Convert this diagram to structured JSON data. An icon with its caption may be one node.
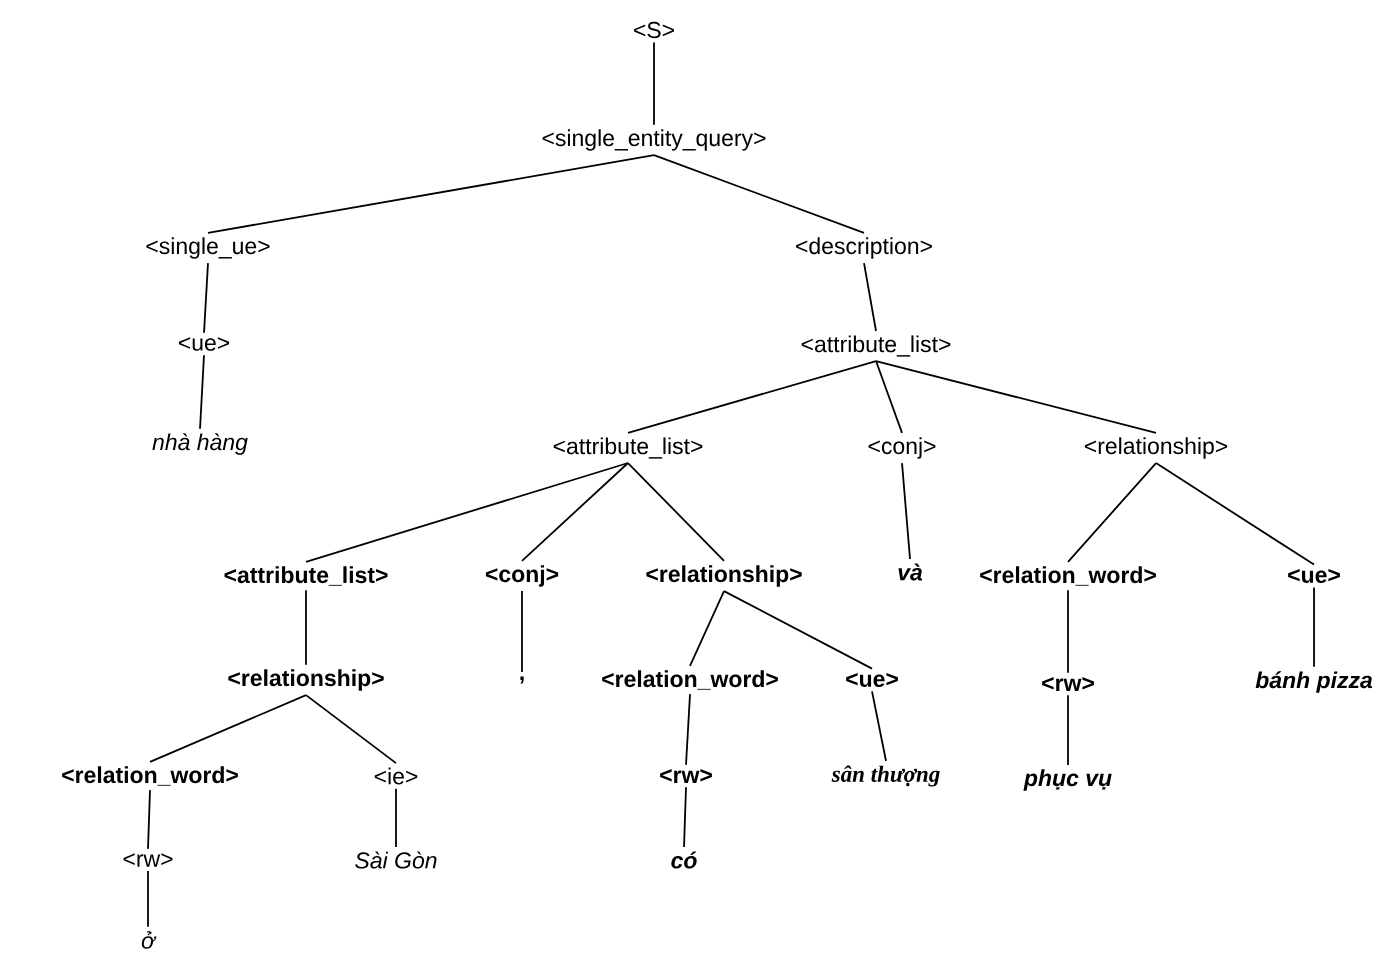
{
  "diagram": {
    "nodes": [
      {
        "text": [
          "<S>"
        ]
      },
      {
        "text": [
          "<single_entity_query>"
        ]
      },
      {
        "text": [
          "<single_ue>"
        ]
      },
      {
        "text": [
          "<description>"
        ]
      },
      {
        "text": [
          "<ue>"
        ]
      },
      {
        "text": [
          "<attribute_list>"
        ]
      },
      {
        "text": [
          "nhà hàng"
        ]
      },
      {
        "text": [
          "<attribute_list>"
        ]
      },
      {
        "text": [
          "<conj>"
        ]
      },
      {
        "text": [
          "<relationship>"
        ]
      },
      {
        "text": [
          "<attribute_list>"
        ]
      },
      {
        "text": [
          "<conj>"
        ]
      },
      {
        "text": [
          "<relationship>"
        ]
      },
      {
        "text": [
          "và"
        ]
      },
      {
        "text": [
          "<relation_word>"
        ]
      },
      {
        "text": [
          "<ue>"
        ]
      },
      {
        "text": [
          "<relationship>"
        ]
      },
      {
        "text": [
          ","
        ]
      },
      {
        "text": [
          "<relation_word>"
        ]
      },
      {
        "text": [
          "<ue>"
        ]
      },
      {
        "text": [
          "<rw>"
        ]
      },
      {
        "text": [
          "bánh pizza"
        ]
      },
      {
        "text": [
          "<relation_word>"
        ]
      },
      {
        "text": [
          "<ie>"
        ]
      },
      {
        "text": [
          "<rw>"
        ]
      },
      {
        "text": [
          "sân thượng"
        ]
      },
      {
        "text": [
          "phục vụ"
        ]
      },
      {
        "text": [
          "<rw>"
        ]
      },
      {
        "text": [
          "Sài Gòn"
        ]
      },
      {
        "text": [
          "có"
        ]
      },
      {
        "text": [
          "ở"
        ]
      }
    ],
    "edges": [
      {
        "from": 0,
        "to": 1,
        "arrow": "none"
      },
      {
        "from": 1,
        "to": 2,
        "arrow": "none"
      },
      {
        "from": 1,
        "to": 3,
        "arrow": "none"
      },
      {
        "from": 2,
        "to": 4,
        "arrow": "none"
      },
      {
        "from": 3,
        "to": 5,
        "arrow": "none"
      },
      {
        "from": 4,
        "to": 6,
        "arrow": "none"
      },
      {
        "from": 5,
        "to": 7,
        "arrow": "none"
      },
      {
        "from": 5,
        "to": 8,
        "arrow": "none"
      },
      {
        "from": 5,
        "to": 9,
        "arrow": "none"
      },
      {
        "from": 7,
        "to": 10,
        "arrow": "none"
      },
      {
        "from": 7,
        "to": 11,
        "arrow": "none"
      },
      {
        "from": 7,
        "to": 12,
        "arrow": "none"
      },
      {
        "from": 8,
        "to": 13,
        "arrow": "none"
      },
      {
        "from": 9,
        "to": 14,
        "arrow": "none"
      },
      {
        "from": 9,
        "to": 15,
        "arrow": "none"
      },
      {
        "from": 10,
        "to": 16,
        "arrow": "none"
      },
      {
        "from": 11,
        "to": 17,
        "arrow": "none"
      },
      {
        "from": 12,
        "to": 18,
        "arrow": "none"
      },
      {
        "from": 12,
        "to": 19,
        "arrow": "none"
      },
      {
        "from": 14,
        "to": 20,
        "arrow": "none"
      },
      {
        "from": 15,
        "to": 21,
        "arrow": "none"
      },
      {
        "from": 16,
        "to": 22,
        "arrow": "none"
      },
      {
        "from": 16,
        "to": 23,
        "arrow": "none"
      },
      {
        "from": 18,
        "to": 24,
        "arrow": "none"
      },
      {
        "from": 19,
        "to": 25,
        "arrow": "none"
      },
      {
        "from": 20,
        "to": 26,
        "arrow": "none"
      },
      {
        "from": 22,
        "to": 27,
        "arrow": "none"
      },
      {
        "from": 23,
        "to": 28,
        "arrow": "none"
      },
      {
        "from": 24,
        "to": 29,
        "arrow": "none"
      },
      {
        "from": 27,
        "to": 30,
        "arrow": "none"
      }
    ]
  }
}
